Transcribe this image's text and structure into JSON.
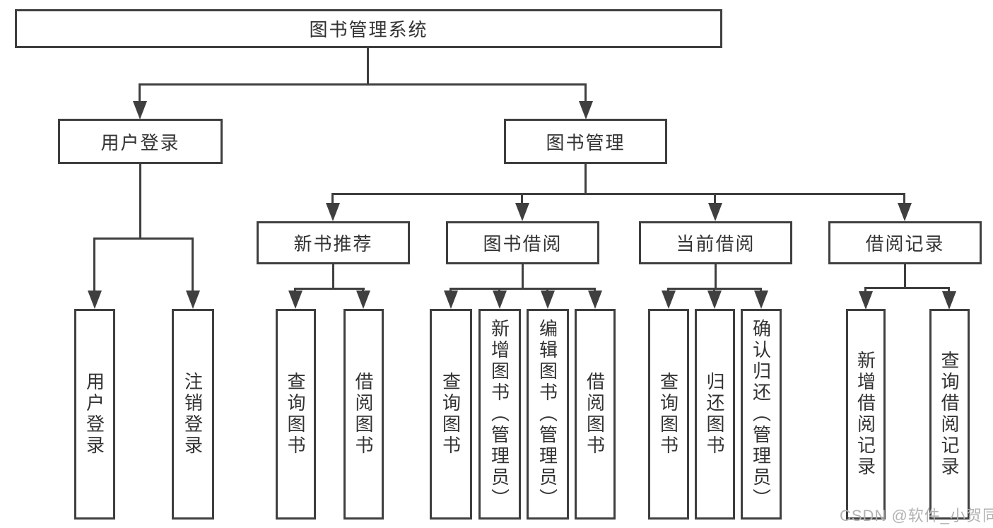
{
  "tree": {
    "label": "图书管理系统",
    "children": [
      {
        "label": "用户登录",
        "children": [
          {
            "label": "用户登录"
          },
          {
            "label": "注销登录"
          }
        ]
      },
      {
        "label": "图书管理",
        "children": [
          {
            "label": "新书推荐",
            "children": [
              {
                "label": "查询图书"
              },
              {
                "label": "借阅图书"
              }
            ]
          },
          {
            "label": "图书借阅",
            "children": [
              {
                "label": "查询图书"
              },
              {
                "label": "新增图书（管理员）"
              },
              {
                "label": "编辑图书（管理员）"
              },
              {
                "label": "借阅图书"
              }
            ]
          },
          {
            "label": "当前借阅",
            "children": [
              {
                "label": "查询图书"
              },
              {
                "label": "归还图书"
              },
              {
                "label": "确认归还（管理员）"
              }
            ]
          },
          {
            "label": "借阅记录",
            "children": [
              {
                "label": "新增借阅记录"
              },
              {
                "label": "查询借阅记录"
              }
            ]
          }
        ]
      }
    ]
  },
  "watermark": "CSDN @软件_小贺同学",
  "colors": {
    "line": "#3f3f3f",
    "text": "#333333",
    "watermark": "#b2b2b2",
    "bg": "#ffffff"
  }
}
